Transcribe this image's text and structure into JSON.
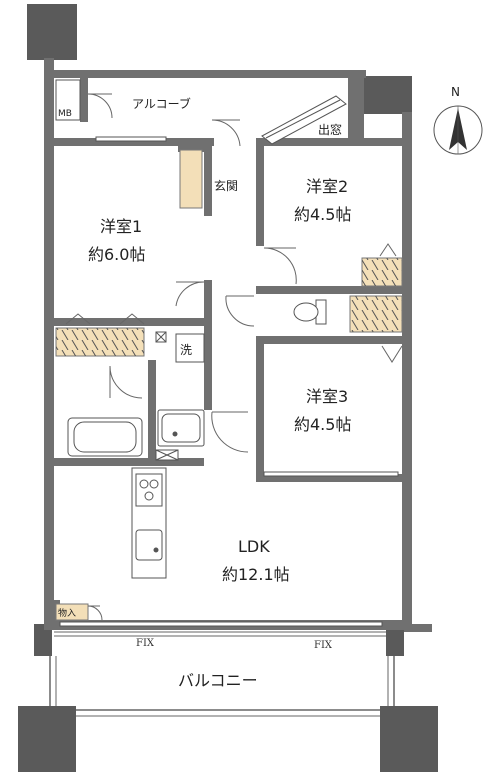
{
  "labels": {
    "alcove": "アルコーブ",
    "mb": "MB",
    "demado": "出窓",
    "genkan": "玄関",
    "room1_name": "洋室1",
    "room1_size": "約6.0帖",
    "room2_name": "洋室2",
    "room2_size": "約4.5帖",
    "room3_name": "洋室3",
    "room3_size": "約4.5帖",
    "wash": "洗",
    "ldk_name": "LDK",
    "ldk_size": "約12.1帖",
    "storage": "物入",
    "fix_left": "FIX",
    "fix_right": "FIX",
    "balcony": "バルコニー",
    "north": "N"
  },
  "colors": {
    "wall": "#707070",
    "pillar": "#5a5a5a",
    "storage_fill": "#f3dfb8",
    "line": "#555555"
  },
  "icons": {
    "compass": "north-compass-icon",
    "bathtub": "bathtub-icon",
    "toilet": "toilet-icon",
    "stove": "stove-icon",
    "sink": "kitchen-sink-icon",
    "washbasin": "washbasin-icon"
  }
}
